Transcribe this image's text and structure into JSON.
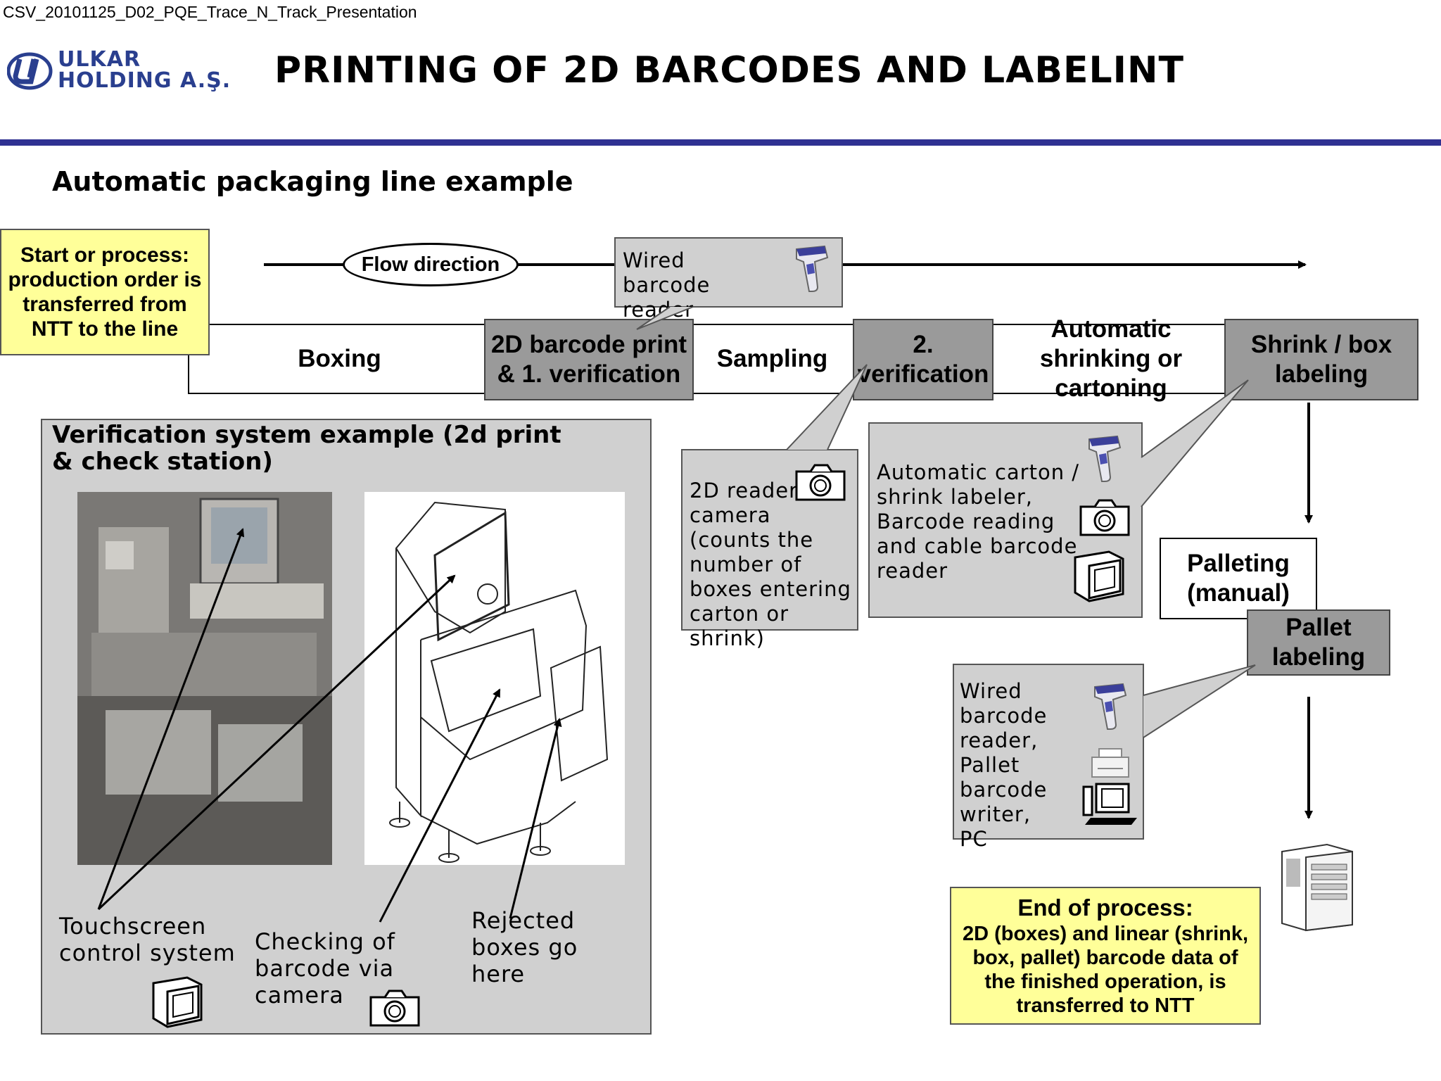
{
  "document_name": "CSV_20101125_D02_PQE_Trace_N_Track_Presentation",
  "logo": {
    "line1": "ULKAR",
    "line2": "HOLDING A.Ş."
  },
  "title": "PRINTING OF 2D BARCODES AND LABELINT",
  "subtitle": "Automatic packaging line example",
  "start_box": "Start or process: production order is transferred from NTT to the line",
  "flow_label": "Flow direction",
  "wired_reader_top": "Wired barcode reader",
  "stages": {
    "boxing": "Boxing",
    "print": "2D barcode print & 1. verification",
    "sampling": "Sampling",
    "verification2": "2. verification",
    "shrinking": "Automatic shrinking or cartoning",
    "shrink_label": "Shrink / box labeling"
  },
  "verification_panel": {
    "title": "Verification system example (2d print & check station)",
    "captions": {
      "touchscreen": "Touchscreen control system",
      "checking": "Checking of barcode via camera",
      "rejected": "Rejected boxes go here"
    }
  },
  "notes": {
    "camera_2d": "2D reader camera (counts the number of boxes entering carton or shrink)",
    "carton": "Automatic carton / shrink labeler, Barcode reading and cable barcode reader",
    "pallet": "Wired barcode reader, Pallet barcode writer, PC"
  },
  "palleting": "Palleting (manual)",
  "pallet_labeling": "Pallet labeling",
  "end_box": {
    "heading": "End of process:",
    "body": "2D (boxes) and linear (shrink, box, pallet) barcode data of the finished operation, is transferred to NTT"
  },
  "colors": {
    "accent_rule": "#2f3192",
    "yellow": "#ffff99",
    "dark_stage": "#9a9a9a",
    "panel_grey": "#d0d0d0"
  },
  "icons": [
    "barcode-scanner-icon",
    "camera-icon",
    "monitor-icon",
    "printer-icon",
    "pc-icon",
    "server-icon"
  ]
}
